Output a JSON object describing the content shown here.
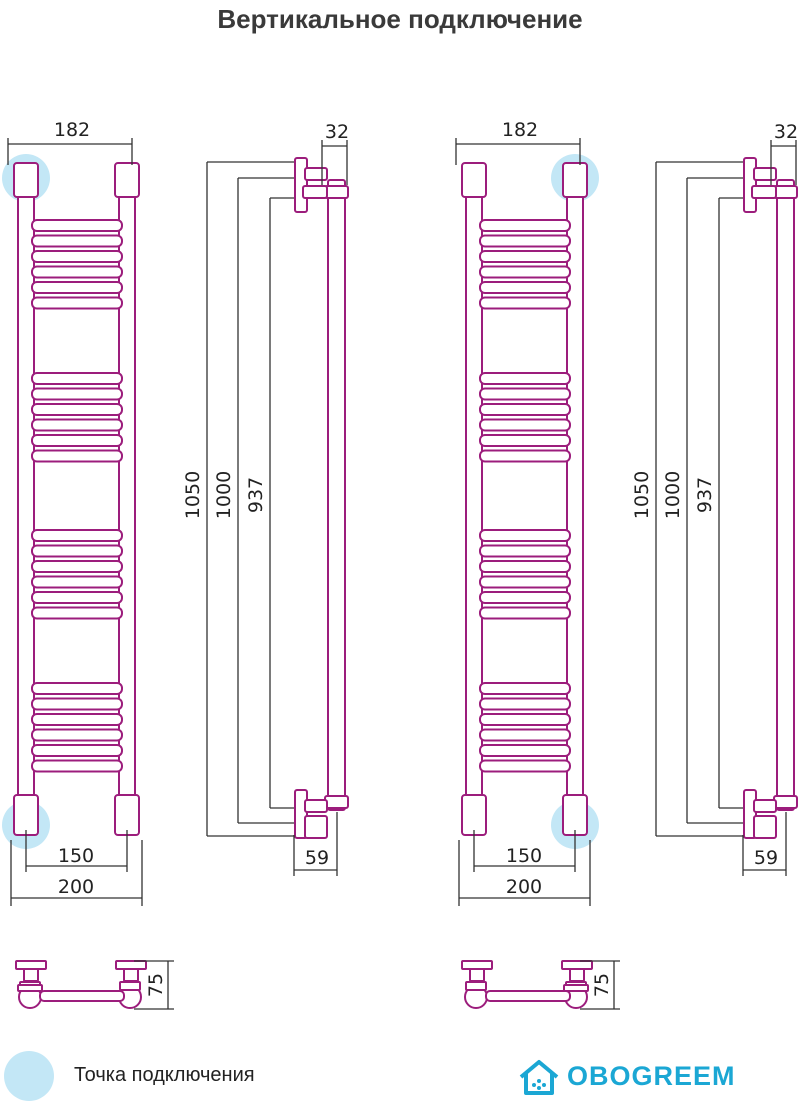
{
  "title": "Вертикальное подключение",
  "legend": {
    "label": "Точка подключения",
    "color": "#c3e7f6"
  },
  "brand": {
    "name": "OBOGREEM",
    "color": "#1ba7d4"
  },
  "colors": {
    "frame": "#9c1d7c",
    "fill": "#ffffff",
    "dimension_line": "#333333"
  },
  "drawings": [
    {
      "name": "left-connection",
      "connection_side": "left",
      "front_view": {
        "width_top": "182",
        "axis_spacing": "150",
        "width_total": "200"
      },
      "side_view": {
        "height_total": "1050",
        "height_body": "1000",
        "axis_height": "937",
        "wall_offset": "32",
        "depth": "59"
      },
      "bottom_view": {
        "depth": "75"
      }
    },
    {
      "name": "right-connection",
      "connection_side": "right",
      "front_view": {
        "width_top": "182",
        "axis_spacing": "150",
        "width_total": "200"
      },
      "side_view": {
        "height_total": "1050",
        "height_body": "1000",
        "axis_height": "937",
        "wall_offset": "32",
        "depth": "59"
      },
      "bottom_view": {
        "depth": "75"
      }
    }
  ]
}
